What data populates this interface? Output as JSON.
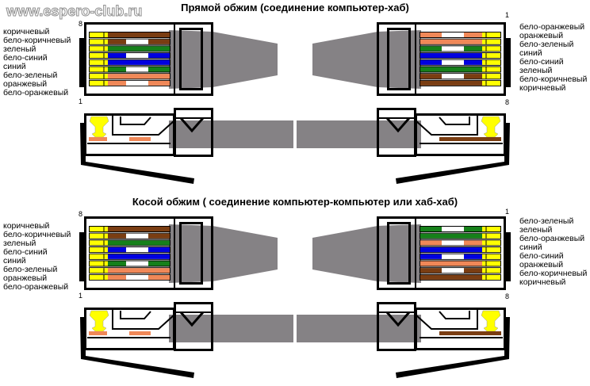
{
  "watermark": "www.espero-club.ru",
  "colors": {
    "brown": "#7a3d12",
    "green": "#16801a",
    "blue": "#0000e0",
    "orange": "#f08858",
    "white": "#ffffff",
    "yellow": "#ffff00",
    "cable": "#858285"
  },
  "sections": [
    {
      "title": "Прямой обжим (соединение компьютер-хаб)",
      "left": {
        "pin_top": "8",
        "pin_bottom": "1",
        "labels": [
          "коричневый",
          "бело-коричневый",
          "зеленый",
          "бело-синий",
          "синий",
          "бело-зеленый",
          "оранжевый",
          "бело-оранжевый"
        ],
        "wires": [
          [
            "brown",
            false
          ],
          [
            "brown",
            true
          ],
          [
            "green",
            false
          ],
          [
            "blue",
            true
          ],
          [
            "blue",
            false
          ],
          [
            "green",
            true
          ],
          [
            "orange",
            false
          ],
          [
            "orange",
            true
          ]
        ],
        "side_pin_left": "1",
        "side_wire": [
          "orange",
          true
        ]
      },
      "right": {
        "pin_top": "1",
        "pin_bottom": "8",
        "labels": [
          "бело-оранжевый",
          "оранжевый",
          "бело-зеленый",
          "синий",
          "бело-синий",
          "зеленый",
          "бело-коричневый",
          "коричневый"
        ],
        "wires": [
          [
            "orange",
            true
          ],
          [
            "orange",
            false
          ],
          [
            "green",
            true
          ],
          [
            "blue",
            false
          ],
          [
            "blue",
            true
          ],
          [
            "green",
            false
          ],
          [
            "brown",
            true
          ],
          [
            "brown",
            false
          ]
        ],
        "side_pin_right": "8",
        "side_wire": [
          "brown",
          false
        ]
      }
    },
    {
      "title": "Косой обжим ( соединение компьютер-компьютер или хаб-хаб)",
      "left": {
        "pin_top": "8",
        "pin_bottom": "1",
        "labels": [
          "коричневый",
          "бело-коричневый",
          "зеленый",
          "бело-синий",
          "синий",
          "бело-зеленый",
          "оранжевый",
          "бело-оранжевый"
        ],
        "wires": [
          [
            "brown",
            false
          ],
          [
            "brown",
            true
          ],
          [
            "green",
            false
          ],
          [
            "blue",
            true
          ],
          [
            "blue",
            false
          ],
          [
            "green",
            true
          ],
          [
            "orange",
            false
          ],
          [
            "orange",
            true
          ]
        ],
        "side_pin_left": "1",
        "side_wire": [
          "orange",
          true
        ]
      },
      "right": {
        "pin_top": "1",
        "pin_bottom": "8",
        "labels": [
          "бело-зеленый",
          "зеленый",
          "бело-оранжевый",
          "синий",
          "бело-синий",
          "оранжевый",
          "бело-коричневый",
          "коричневый"
        ],
        "wires": [
          [
            "green",
            true
          ],
          [
            "green",
            false
          ],
          [
            "orange",
            true
          ],
          [
            "blue",
            false
          ],
          [
            "blue",
            true
          ],
          [
            "orange",
            false
          ],
          [
            "brown",
            true
          ],
          [
            "brown",
            false
          ]
        ],
        "side_pin_right": "8",
        "side_wire": [
          "brown",
          false
        ]
      }
    }
  ]
}
